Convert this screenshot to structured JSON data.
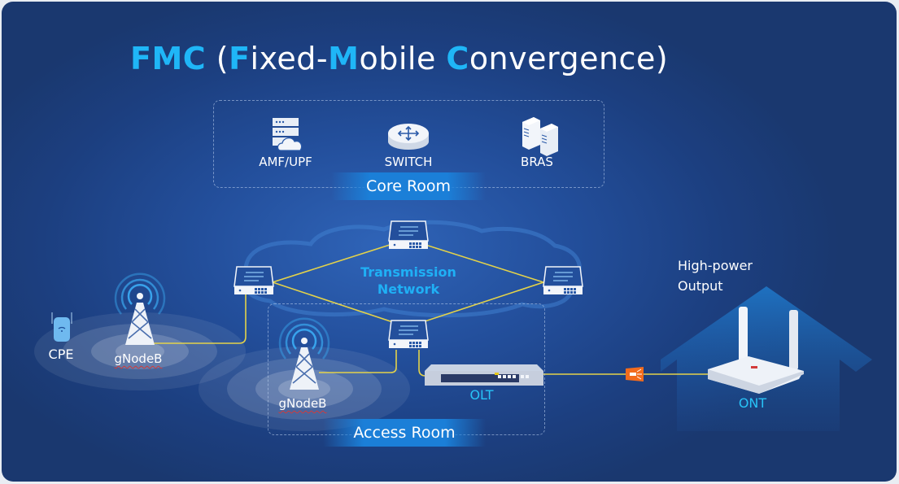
{
  "title": {
    "parts": [
      {
        "text": "FMC",
        "highlight": true
      },
      {
        "text": " (",
        "highlight": false
      },
      {
        "text": "F",
        "highlight": true
      },
      {
        "text": "ixed-",
        "highlight": false
      },
      {
        "text": "M",
        "highlight": true
      },
      {
        "text": "obile ",
        "highlight": false
      },
      {
        "text": "C",
        "highlight": true
      },
      {
        "text": "onvergence)",
        "highlight": false
      }
    ]
  },
  "core_room": {
    "label": "Core Room",
    "devices": [
      {
        "label": "AMF/UPF",
        "icon": "server-cloud-icon"
      },
      {
        "label": "SWITCH",
        "icon": "router-icon"
      },
      {
        "label": "BRAS",
        "icon": "server-tower-icon"
      }
    ]
  },
  "transmission": {
    "line1": "Transmission",
    "line2": "Network"
  },
  "access_room": {
    "label": "Access Room"
  },
  "nodes": {
    "cpe": "CPE",
    "gnodeb_1": "gNodeB",
    "gnodeb_2": "gNodeB",
    "olt": "OLT",
    "ont": "ONT",
    "high_power_line1": "High-power",
    "high_power_line2": "Output"
  },
  "colors": {
    "accent": "#1fb6f7",
    "link": "#e3d24a",
    "room_tag": "#1b7fd8",
    "fiber_connector": "#f26b1d"
  }
}
